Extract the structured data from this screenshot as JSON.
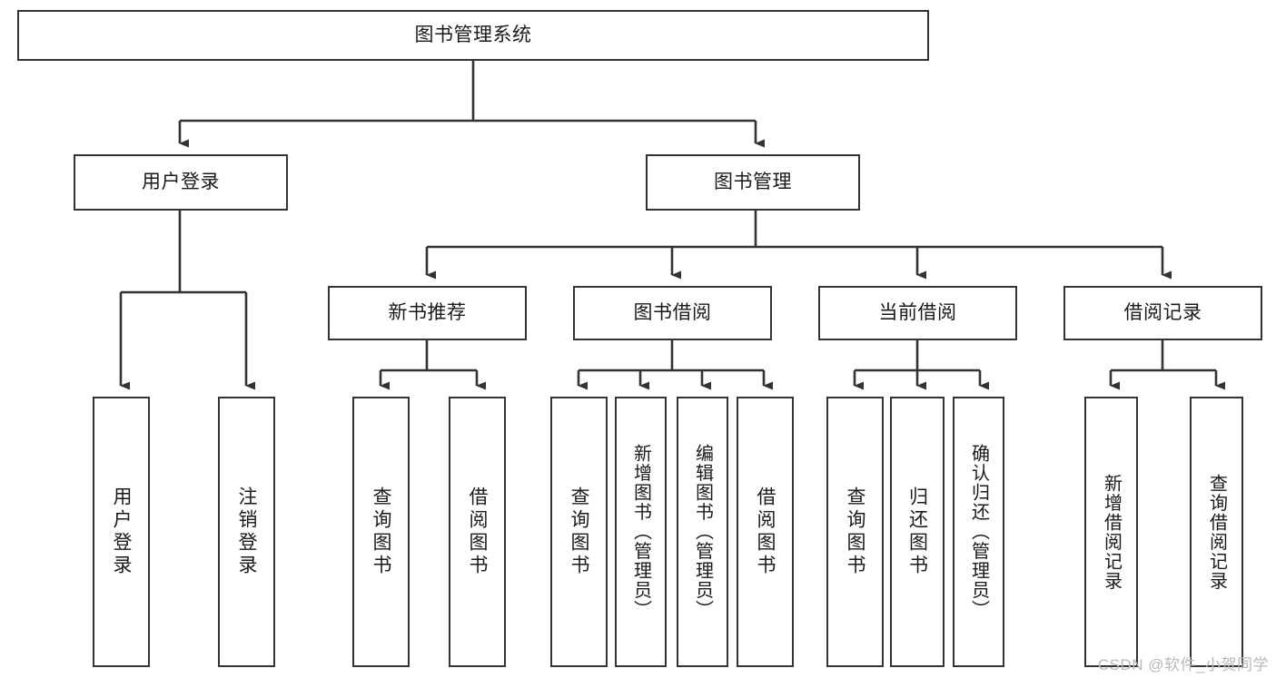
{
  "diagram": {
    "title": "图书管理系统",
    "type": "hierarchy-tree",
    "root": {
      "id": "root",
      "label": "图书管理系统"
    },
    "level2": [
      {
        "id": "user-login",
        "label": "用户登录"
      },
      {
        "id": "book-manage",
        "label": "图书管理"
      }
    ],
    "level3": [
      {
        "id": "new-book-rec",
        "label": "新书推荐"
      },
      {
        "id": "book-borrow",
        "label": "图书借阅"
      },
      {
        "id": "current-borrow",
        "label": "当前借阅"
      },
      {
        "id": "borrow-record",
        "label": "借阅记录"
      }
    ],
    "leaves": {
      "user_login": [
        {
          "id": "leaf-user-login",
          "label": "用户登录"
        },
        {
          "id": "leaf-logout-login",
          "label": "注销登录"
        }
      ],
      "new_book_rec": [
        {
          "id": "leaf-query-book-1",
          "label": "查询图书"
        },
        {
          "id": "leaf-borrow-book-1",
          "label": "借阅图书"
        }
      ],
      "book_borrow": [
        {
          "id": "leaf-query-book-2",
          "label": "查询图书"
        },
        {
          "id": "leaf-add-book",
          "label": "新增图书（管理员）"
        },
        {
          "id": "leaf-edit-book",
          "label": "编辑图书（管理员）"
        },
        {
          "id": "leaf-borrow-book-2",
          "label": "借阅图书"
        }
      ],
      "current_borrow": [
        {
          "id": "leaf-query-book-3",
          "label": "查询图书"
        },
        {
          "id": "leaf-return-book",
          "label": "归还图书"
        },
        {
          "id": "leaf-confirm-return",
          "label": "确认归还（管理员）"
        }
      ],
      "borrow_record": [
        {
          "id": "leaf-add-record",
          "label": "新增借阅记录"
        },
        {
          "id": "leaf-query-record",
          "label": "查询借阅记录"
        }
      ]
    }
  },
  "watermark": {
    "text": "CSDN @软件_小贺同学"
  },
  "colors": {
    "stroke": "#333333",
    "background": "#ffffff",
    "text": "#1a1a1a",
    "watermark": "#b9b9b9"
  }
}
